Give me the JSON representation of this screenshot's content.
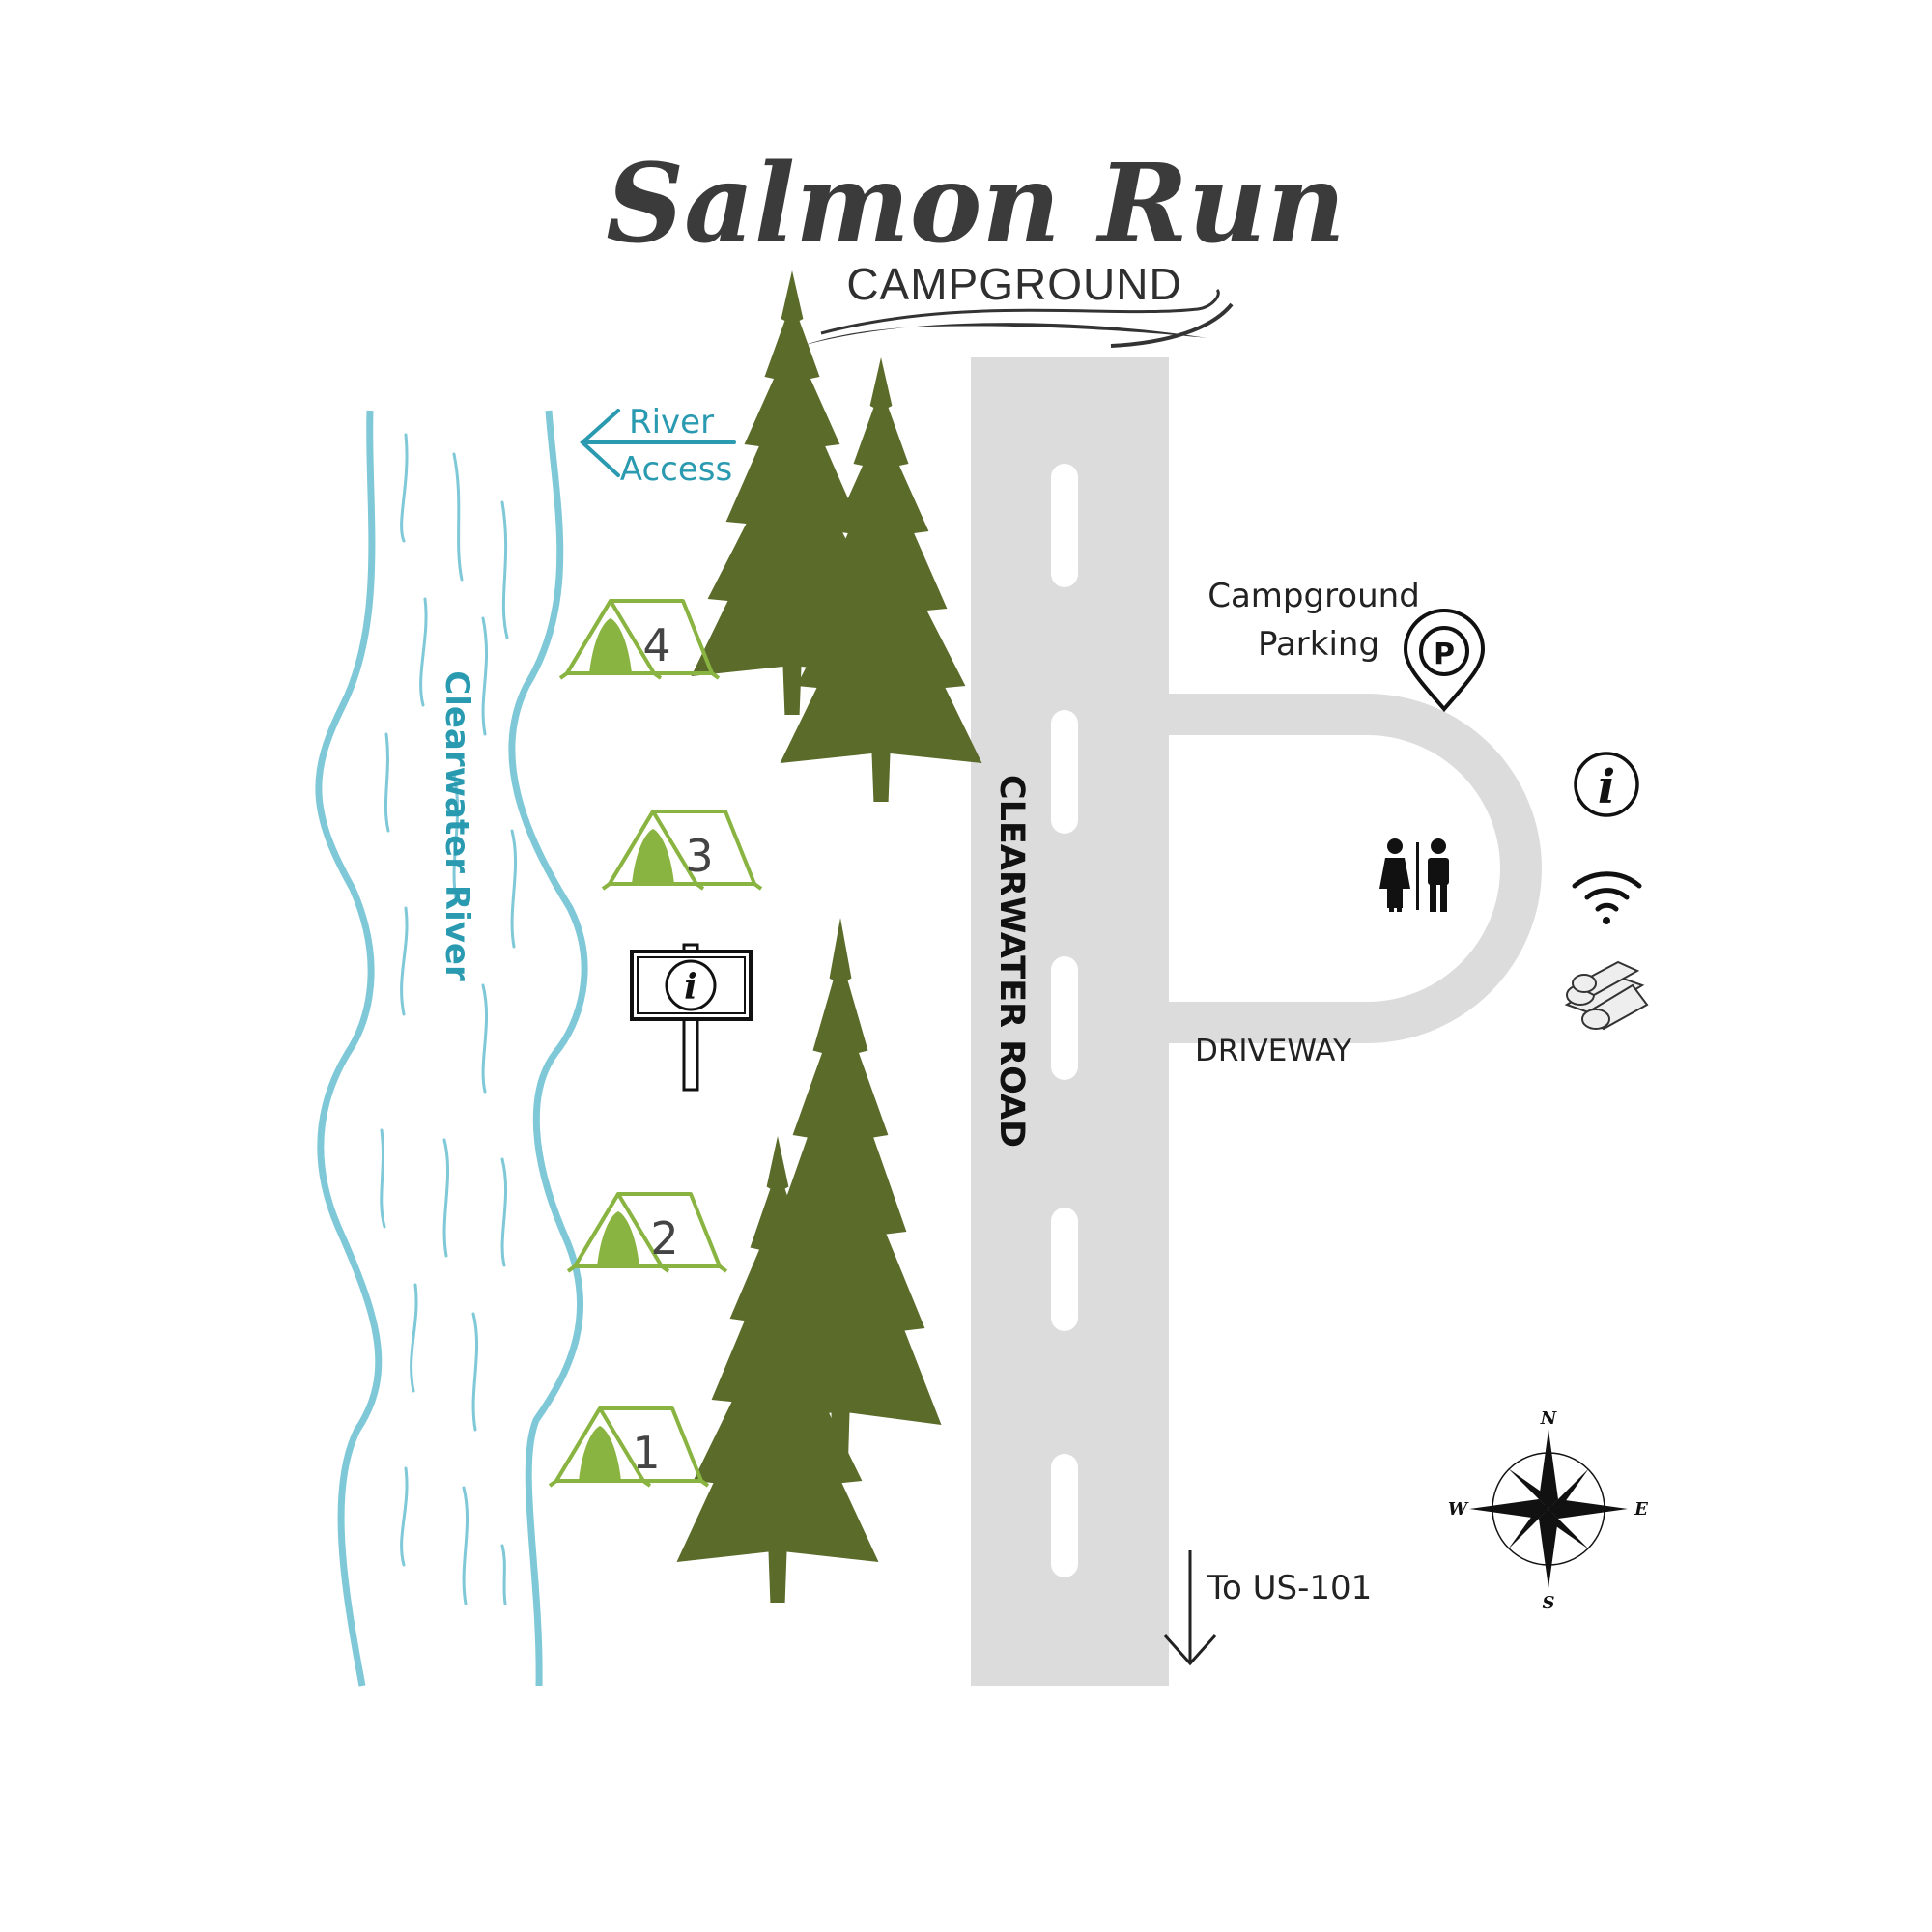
{
  "title": {
    "main": "Salmon Run",
    "sub": "CAMPGROUND"
  },
  "river": {
    "name": "Clearwater River",
    "access_label_line1": "River",
    "access_label_line2": "Access"
  },
  "road": {
    "name": "CLEARWATER ROAD",
    "to_highway": "To US-101"
  },
  "driveway": {
    "label": "DRIVEWAY"
  },
  "parking": {
    "label_line1": "Campground",
    "label_line2": "Parking",
    "icon": "parking-pin-icon"
  },
  "campsites": [
    {
      "number": "4"
    },
    {
      "number": "3"
    },
    {
      "number": "2"
    },
    {
      "number": "1"
    }
  ],
  "amenities": [
    "info-icon",
    "restroom-icon",
    "wifi-icon",
    "firewood-icon"
  ],
  "compass": {
    "n": "N",
    "s": "S",
    "e": "E",
    "w": "W"
  },
  "colors": {
    "river": "#7ec8d8",
    "river_text": "#2a9ab0",
    "tree": "#5a6b2a",
    "tent": "#8ab441",
    "road": "#dcdcdc",
    "title": "#3b3b3b"
  }
}
